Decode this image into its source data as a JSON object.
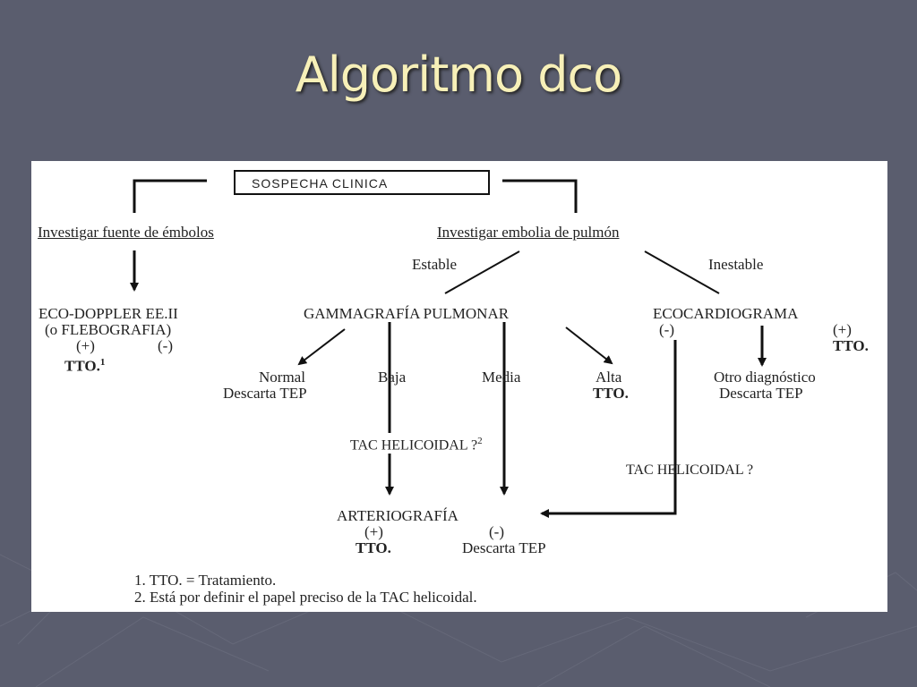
{
  "slide": {
    "title": "Algoritmo dco"
  },
  "diagram": {
    "root": "SOSPECHA CLINICA",
    "left_branch": "Investigar fuente de émbolos",
    "right_branch": "Investigar embolia de pulmón",
    "stable_label": "Estable",
    "unstable_label": "Inestable",
    "eco_doppler": {
      "line1": "ECO-DOPPLER EE.II",
      "line2": "(o  FLEBOGRAFIA)",
      "pos": "(+)",
      "neg": "(-)",
      "tto": "TTO.",
      "tto_sup": "1"
    },
    "gammagrafia": "GAMMAGRAFÍA PULMONAR",
    "gam_results": {
      "normal_1": "Normal",
      "normal_2": "Descarta TEP",
      "baja": "Baja",
      "media": "Media",
      "alta": "Alta",
      "alta_tto": "TTO."
    },
    "ecocardiograma": {
      "label": "ECOCARDIOGRAMA",
      "neg": "(-)",
      "pos": "(+)",
      "tto": "TTO.",
      "otro_1": "Otro diagnóstico",
      "otro_2": "Descarta TEP"
    },
    "tac_1": "TAC HELICOIDAL ?",
    "tac_1_sup": "2",
    "tac_2": "TAC HELICOIDAL ?",
    "arteriografia": {
      "label": "ARTERIOGRAFÍA",
      "pos": "(+)",
      "neg": "(-)",
      "tto": "TTO.",
      "descarta": "Descarta TEP"
    },
    "footnotes": [
      "1.  TTO. = Tratamiento.",
      "2. Está por definir el papel preciso de la TAC helicoidal."
    ]
  }
}
